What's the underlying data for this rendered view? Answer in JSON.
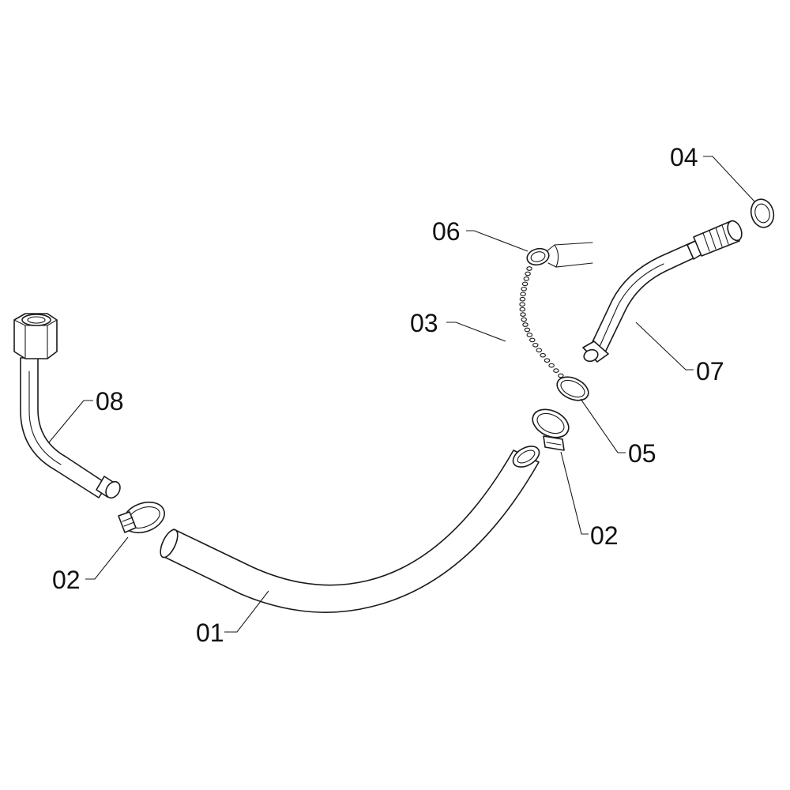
{
  "callouts": {
    "c01": "01",
    "c02_left": "02",
    "c02_right": "02",
    "c03": "03",
    "c04": "04",
    "c05": "05",
    "c06": "06",
    "c07": "07",
    "c08": "08"
  },
  "colors": {
    "line": "#1a1a1a",
    "background": "#ffffff"
  }
}
